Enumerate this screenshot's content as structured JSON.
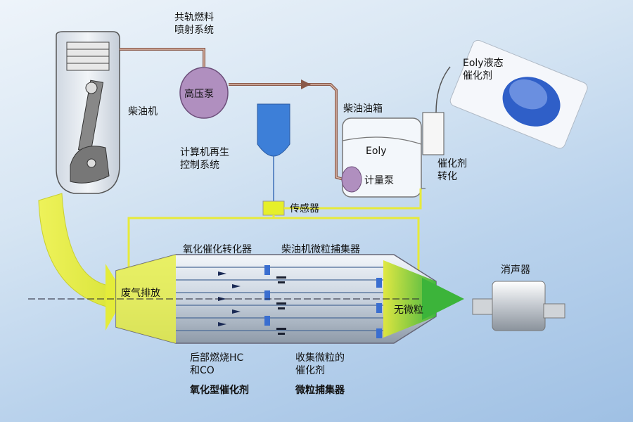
{
  "labels": {
    "common_rail": "共轨燃料\n喷射系统",
    "engine": "柴油机",
    "hp_pump": "高压泵",
    "computer": "计算机再生\n控制系统",
    "tank": "柴油油箱",
    "eoly_in_tank": "Eoly",
    "meter_pump": "计量泵",
    "eoly_catalyst": "Eoly液态\n催化剂",
    "catalyst_conv": "催化剂\n转化",
    "sensor": "传感器",
    "oxi_converter": "氧化催化转化器",
    "dpf": "柴油机微粒捕集器",
    "exhaust": "废气排放",
    "no_particles": "无微粒",
    "muffler": "消声器",
    "burn_hc": "后部燃烧HC\n和CO",
    "oxi_catalyst": "氧化型催化剂",
    "collect": "收集微粒的\n催化剂",
    "trap": "微粒捕集器"
  },
  "colors": {
    "exhaust_yellow": "#e4ec3a",
    "green_arrow": "#4fbf3a",
    "pump_purple": "#b08fbf",
    "blue_box": "#3d7fd8",
    "pipe_brown": "#8a5a4a"
  }
}
